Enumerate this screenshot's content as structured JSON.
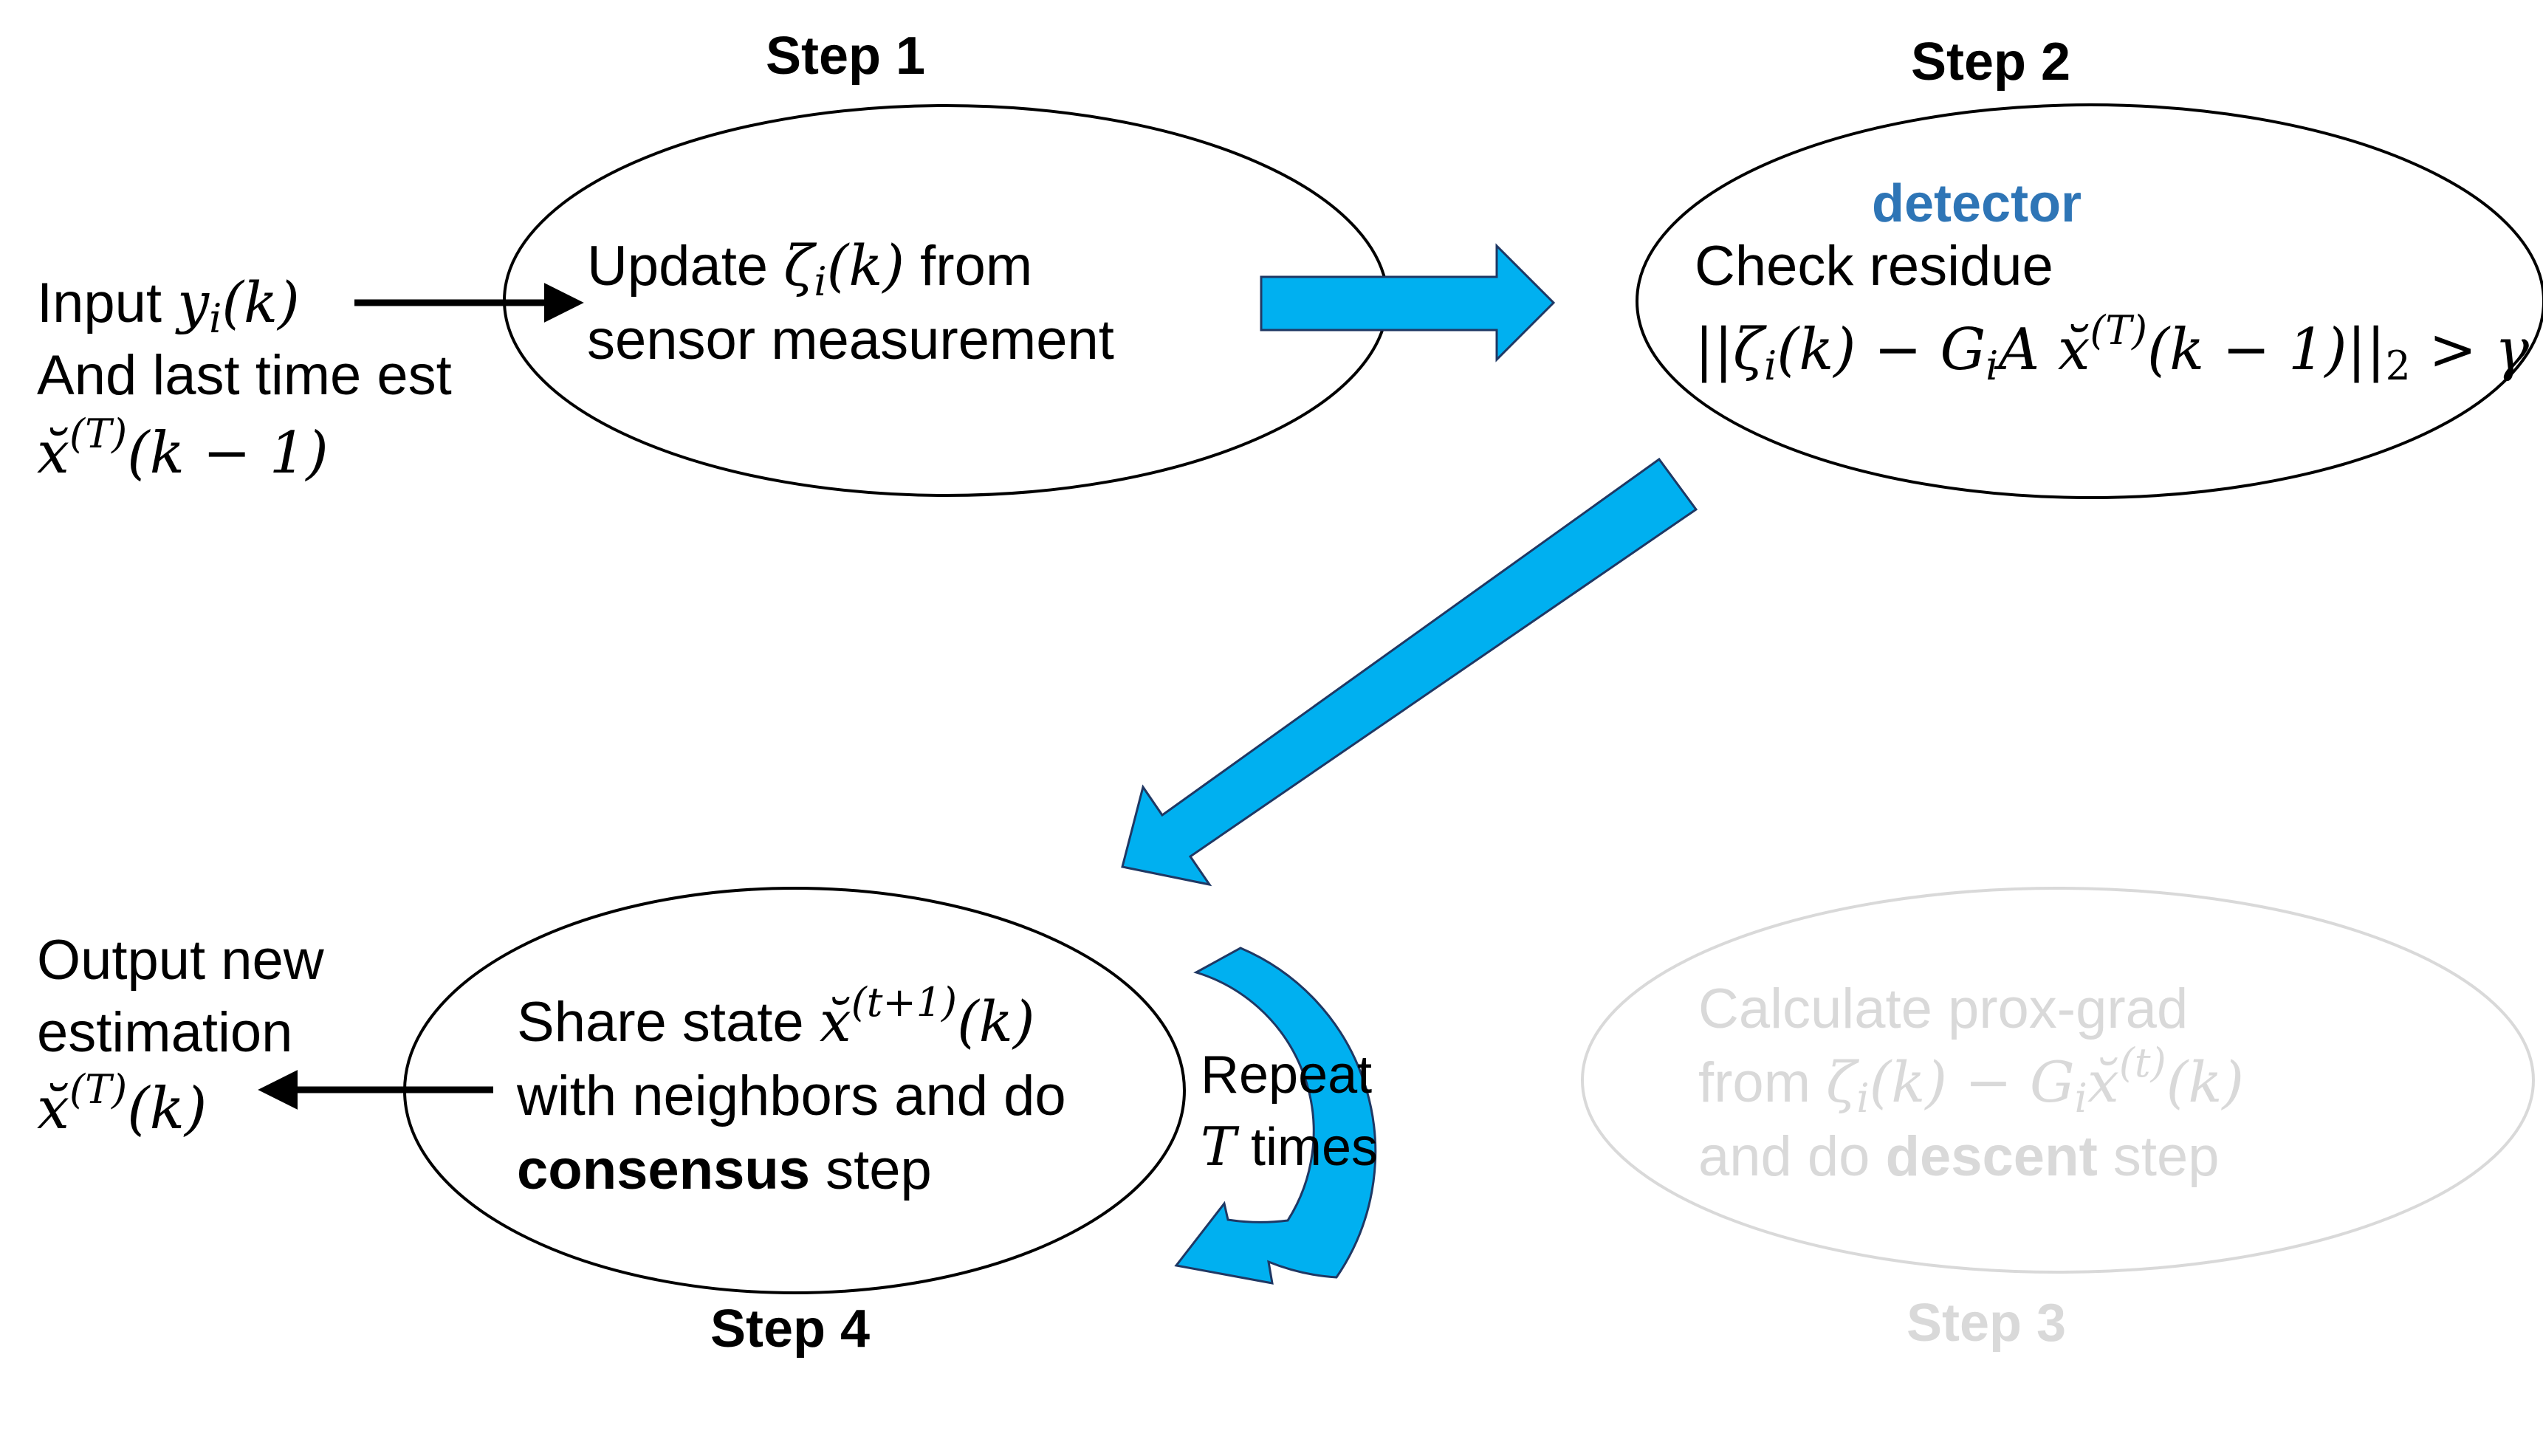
{
  "colors": {
    "black": "#000000",
    "accent_blue": "#00b0f0",
    "detector_blue": "#2e75b6",
    "faded_gray": "#d9d9d9"
  },
  "steps": {
    "step1": {
      "label": "Step 1",
      "line1_pre": "Update ",
      "line1_math": "ζ",
      "line1_sub": "i",
      "line1_args": "(k)",
      "line1_post": " from",
      "line2": "sensor measurement"
    },
    "step2": {
      "label": "Step 2",
      "detector": "detector",
      "line1": "Check residue"
    },
    "step3": {
      "label": "Step 3",
      "line1": "Calculate prox-grad",
      "line2_pre": "from ",
      "line3_pre": "and do ",
      "line3_bold": "descent",
      "line3_post": " step"
    },
    "step4": {
      "label": "Step 4",
      "line1_pre": "Share state ",
      "line2": "with neighbors and do",
      "line3_bold": "consensus",
      "line3_post": " step"
    }
  },
  "input": {
    "line1_pre": "Input ",
    "line2": "And last time est"
  },
  "output": {
    "line1": "Output new",
    "line2": "estimation"
  },
  "loop": {
    "line1": "Repeat",
    "line2_math": "T",
    "line2_post": " times"
  }
}
